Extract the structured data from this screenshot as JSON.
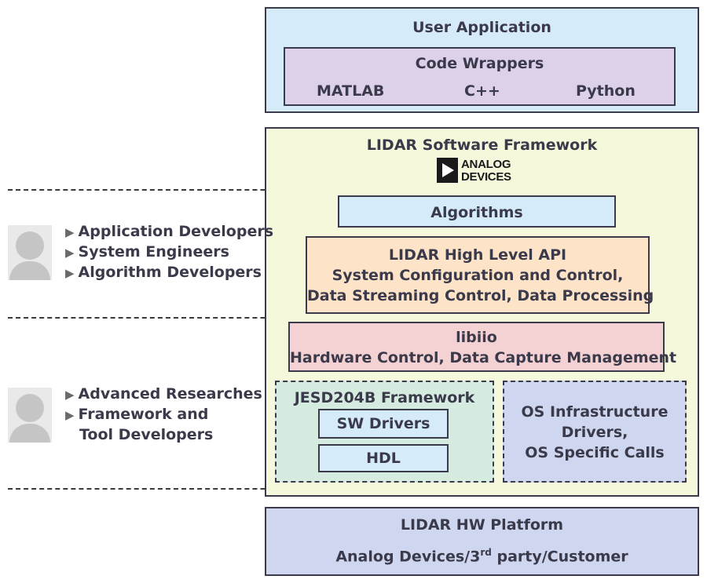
{
  "user_application": {
    "title": "User Application",
    "code_wrappers": {
      "title": "Code Wrappers",
      "languages": [
        "MATLAB",
        "C++",
        "Python"
      ]
    }
  },
  "framework": {
    "title": "LIDAR Software Framework",
    "logo": {
      "line1": "ANALOG",
      "line2": "DEVICES"
    },
    "algorithms": "Algorithms",
    "high_level_api": {
      "title": "LIDAR High Level API",
      "line1": "System Configuration and Control,",
      "line2": "Data Streaming Control, Data Processing"
    },
    "libiio": {
      "title": "libiio",
      "subtitle": "Hardware Control, Data Capture Management"
    },
    "jesd": {
      "title": "JESD204B Framework",
      "sw_drivers": "SW Drivers",
      "hdl": "HDL"
    },
    "os_infrastructure": {
      "line1": "OS Infrastructure",
      "line2": "Drivers,",
      "line3": "OS Specific Calls"
    }
  },
  "hw_platform": {
    "title": "LIDAR HW Platform",
    "subtitle_pre": "Analog Devices/3",
    "subtitle_sup": "rd",
    "subtitle_post": " party/Customer"
  },
  "user_groups": [
    {
      "roles": [
        "Application Developers",
        "System Engineers",
        "Algorithm Developers"
      ]
    },
    {
      "roles": [
        "Advanced Researches",
        "Framework and",
        "Tool Developers"
      ]
    }
  ],
  "colors": {
    "light_blue": "#d6ebf9",
    "lavender": "#ddd0e9",
    "cream": "#f6f8dc",
    "peach": "#fde3c8",
    "pink": "#f4d1d3",
    "mint": "#d6ebdf",
    "periwinkle": "#cfd6ef",
    "text": "#3a3a4a"
  },
  "icons": {
    "avatar": "person-silhouette-icon",
    "bullet": "right-triangle-arrow-icon",
    "logo": "analog-devices-logo"
  }
}
